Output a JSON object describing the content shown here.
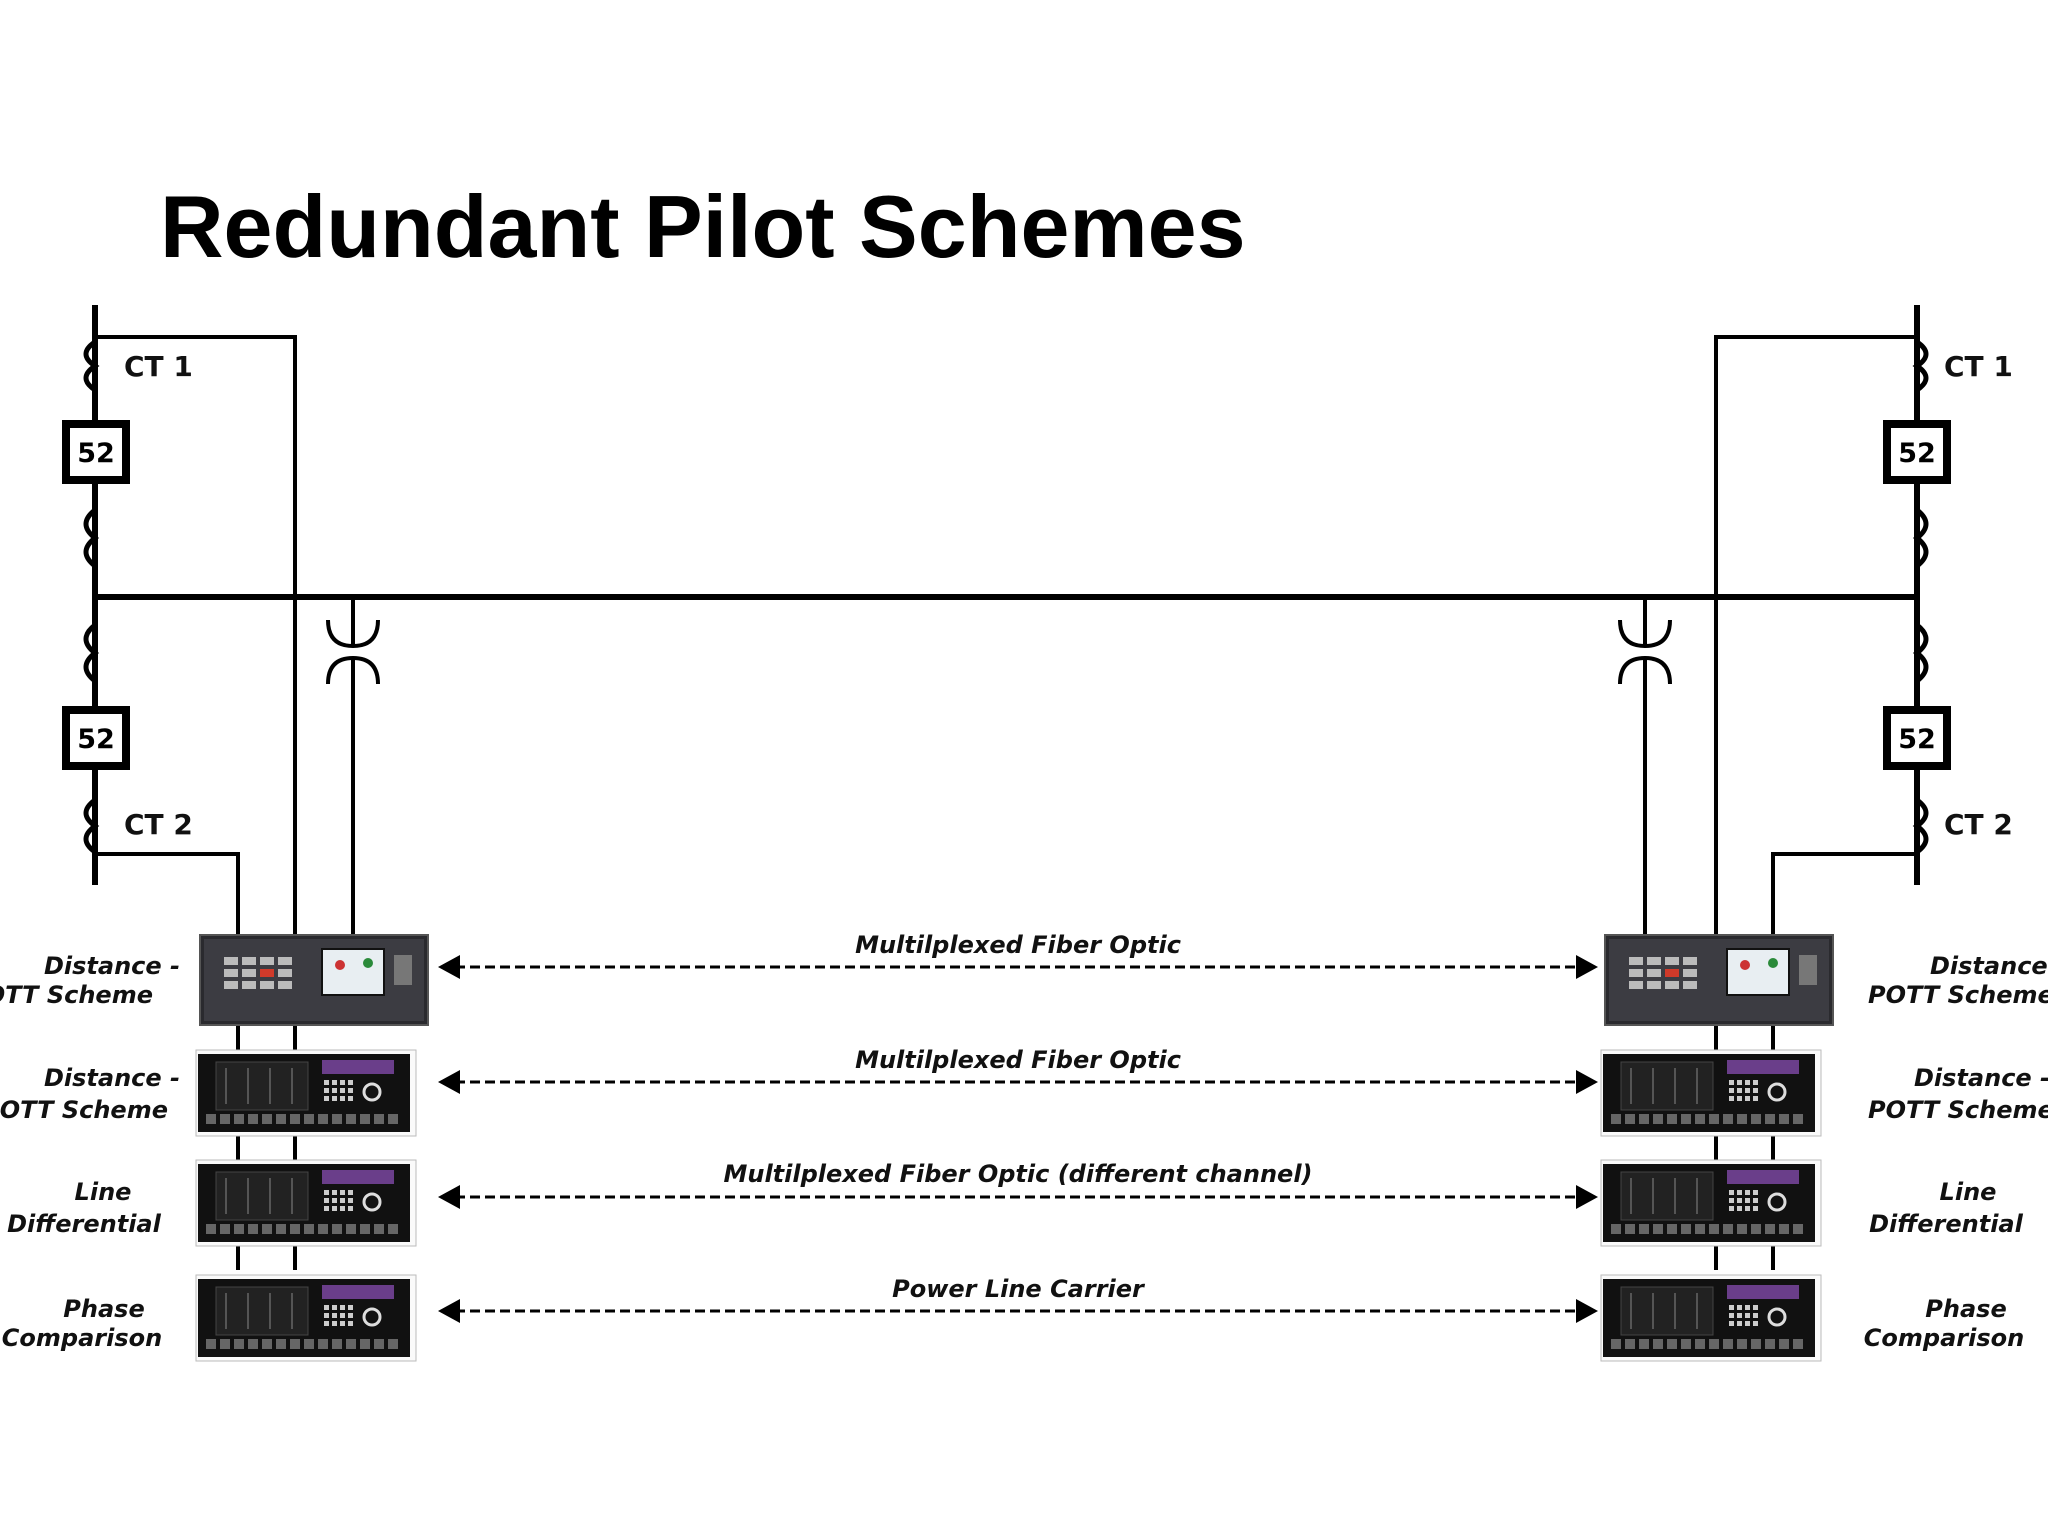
{
  "title": "Redundant Pilot Schemes",
  "left": {
    "ct1": "CT 1",
    "ct2": "CT 2",
    "breaker_top": "52",
    "breaker_bottom": "52",
    "relays": [
      {
        "line1": "Distance -",
        "line2": "POTT Scheme"
      },
      {
        "line1": "Distance -",
        "line2": "POTT Scheme"
      },
      {
        "line1": "Line",
        "line2": "Differential"
      },
      {
        "line1": "Phase",
        "line2": "Comparison"
      }
    ]
  },
  "right": {
    "ct1": "CT 1",
    "ct2": "CT 2",
    "breaker_top": "52",
    "breaker_bottom": "52",
    "relays": [
      {
        "line1": "Distance -",
        "line2": "POTT Scheme"
      },
      {
        "line1": "Distance -",
        "line2": "POTT Scheme"
      },
      {
        "line1": "Line",
        "line2": "Differential"
      },
      {
        "line1": "Phase",
        "line2": "Comparison"
      }
    ]
  },
  "channels": [
    "Multilplexed Fiber Optic",
    "Multilplexed Fiber Optic",
    "Multilplexed Fiber Optic (different channel)",
    "Power Line Carrier"
  ],
  "colors": {
    "line": "#000000",
    "relay_body": "#111111",
    "relay_screen_accent": "#6a3e8a"
  }
}
